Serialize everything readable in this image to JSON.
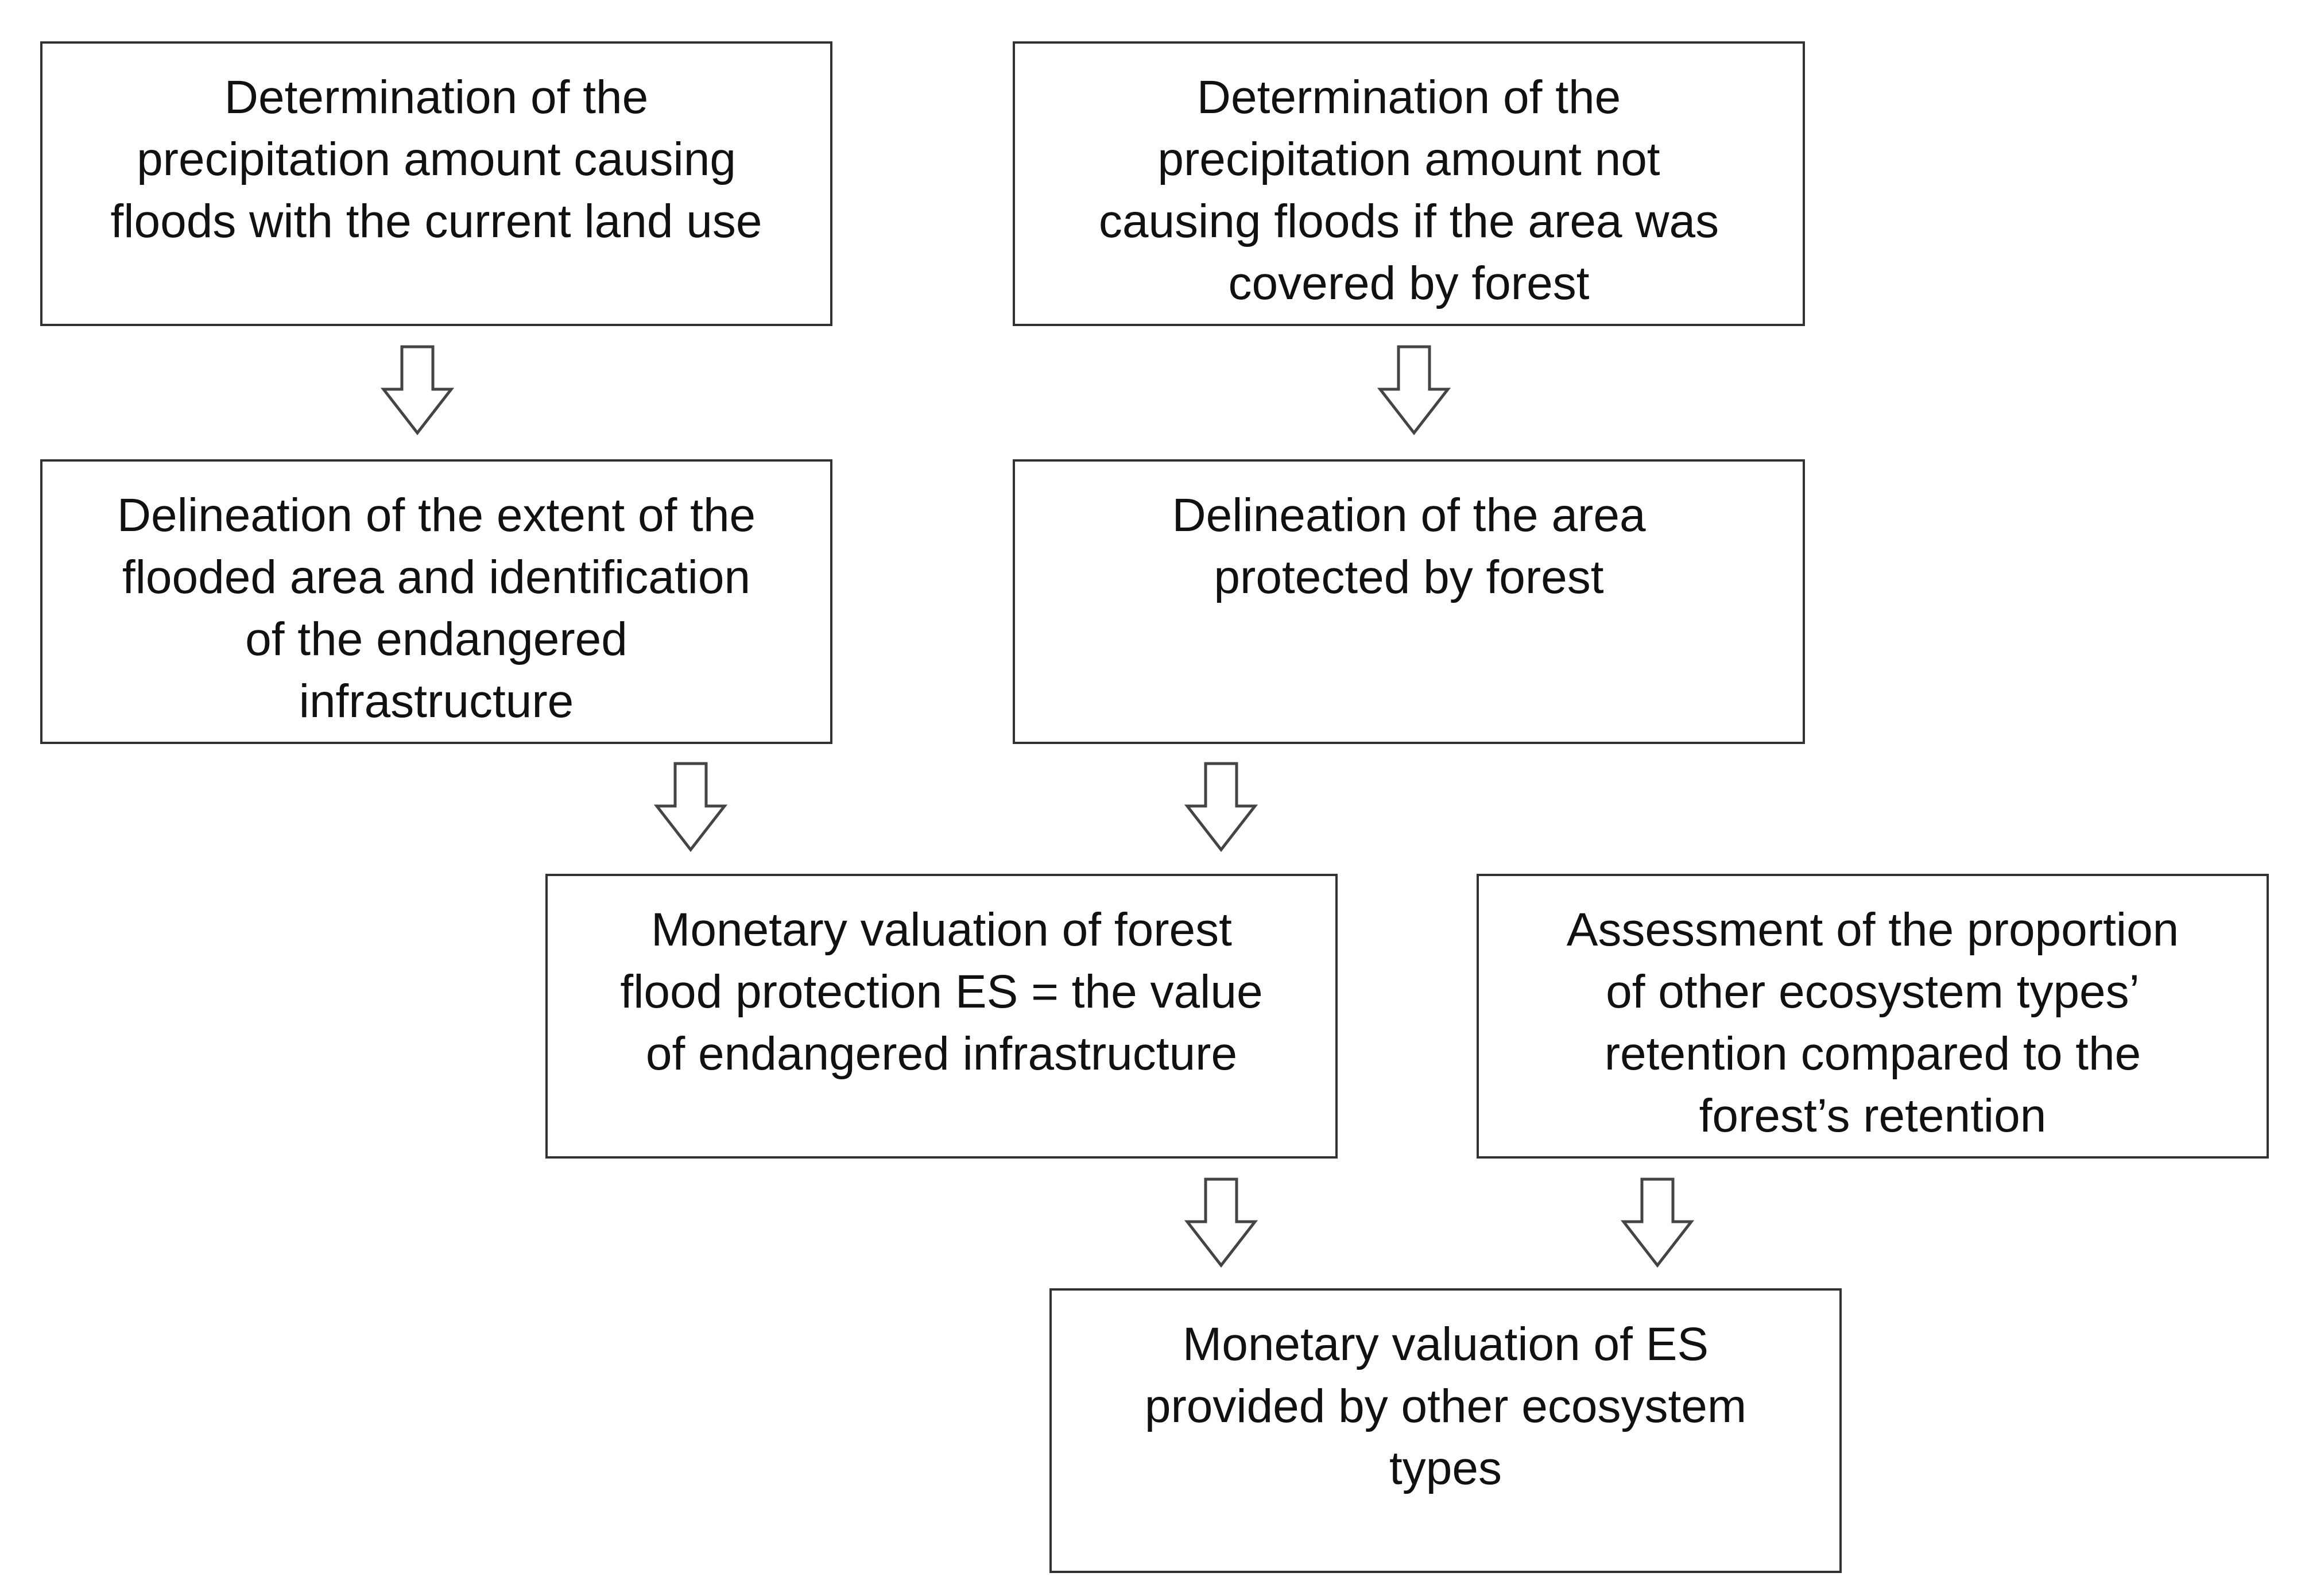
{
  "boxes": {
    "precip_causing_floods": "Determination of the\nprecipitation amount causing\nfloods with the current land use",
    "precip_not_causing_floods": "Determination of the\nprecipitation amount not\ncausing floods if the area was\ncovered by forest",
    "flooded_area_delineation": "Delineation of the extent of the\nflooded area and identification\nof the endangered\ninfrastructure",
    "protected_area_delineation": "Delineation of the area\nprotected by forest",
    "forest_flood_protection_valuation": "Monetary valuation of forest\nflood protection ES = the value\nof endangered infrastructure",
    "other_ecosystem_retention": "Assessment of the proportion\nof other ecosystem types’\nretention compared to the\nforest’s retention",
    "other_ecosystem_valuation": "Monetary valuation of ES\nprovided by other ecosystem\ntypes"
  },
  "style": {
    "border_color": "#333333",
    "arrow_stroke": "#444444",
    "arrow_fill": "#ffffff",
    "text_color": "#111111"
  }
}
